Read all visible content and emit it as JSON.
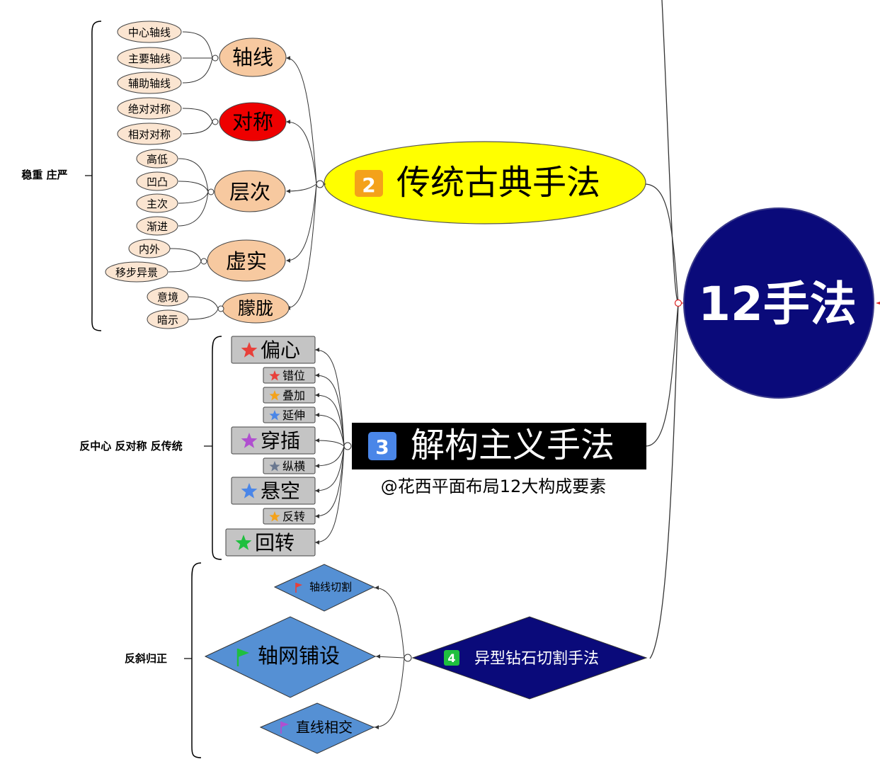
{
  "root": {
    "label": "12手法",
    "color": "#0a0a7a"
  },
  "watermark": "@花西平面布局12大构成要素",
  "branch2": {
    "number": "2",
    "label": "传统古典手法",
    "note": "稳重 庄严",
    "subs": [
      {
        "label": "轴线",
        "color": "#f7c9a0",
        "children": [
          "中心轴线",
          "主要轴线",
          "辅助轴线"
        ]
      },
      {
        "label": "对称",
        "color": "#ee0000",
        "children": [
          "绝对对称",
          "相对对称"
        ]
      },
      {
        "label": "层次",
        "color": "#f7c9a0",
        "children": [
          "高低",
          "凹凸",
          "主次",
          "渐进"
        ]
      },
      {
        "label": "虚实",
        "color": "#f7c9a0",
        "children": [
          "内外",
          "移步异景"
        ]
      },
      {
        "label": "朦胧",
        "color": "#f7c9a0",
        "children": [
          "意境",
          "暗示"
        ]
      }
    ]
  },
  "branch3": {
    "number": "3",
    "label": "解构主义手法",
    "note": "反中心 反对称 反传统",
    "items": [
      {
        "label": "偏心",
        "size": "big",
        "star": "red"
      },
      {
        "label": "错位",
        "size": "small",
        "star": "red"
      },
      {
        "label": "叠加",
        "size": "small",
        "star": "orange"
      },
      {
        "label": "延伸",
        "size": "small",
        "star": "blue"
      },
      {
        "label": "穿插",
        "size": "big",
        "star": "purple"
      },
      {
        "label": "纵横",
        "size": "small",
        "star": "gray"
      },
      {
        "label": "悬空",
        "size": "big",
        "star": "blue"
      },
      {
        "label": "反转",
        "size": "small",
        "star": "orange"
      },
      {
        "label": "回转",
        "size": "big",
        "star": "green"
      }
    ]
  },
  "branch4": {
    "number": "4",
    "label": "异型钻石切割手法",
    "note": "反斜归正",
    "items": [
      {
        "label": "轴线切割",
        "flag": "red"
      },
      {
        "label": "轴网铺设",
        "flag": "green"
      },
      {
        "label": "直线相交",
        "flag": "purple"
      }
    ]
  },
  "colors": {
    "star_red": "#e8403a",
    "star_orange": "#f4a21a",
    "star_blue": "#4a86e8",
    "star_purple": "#b04fd0",
    "star_gray": "#6a7890",
    "star_green": "#1fbf3f",
    "flag_red": "#e8403a",
    "flag_green": "#1fbf3f",
    "flag_purple": "#b04fd0"
  }
}
